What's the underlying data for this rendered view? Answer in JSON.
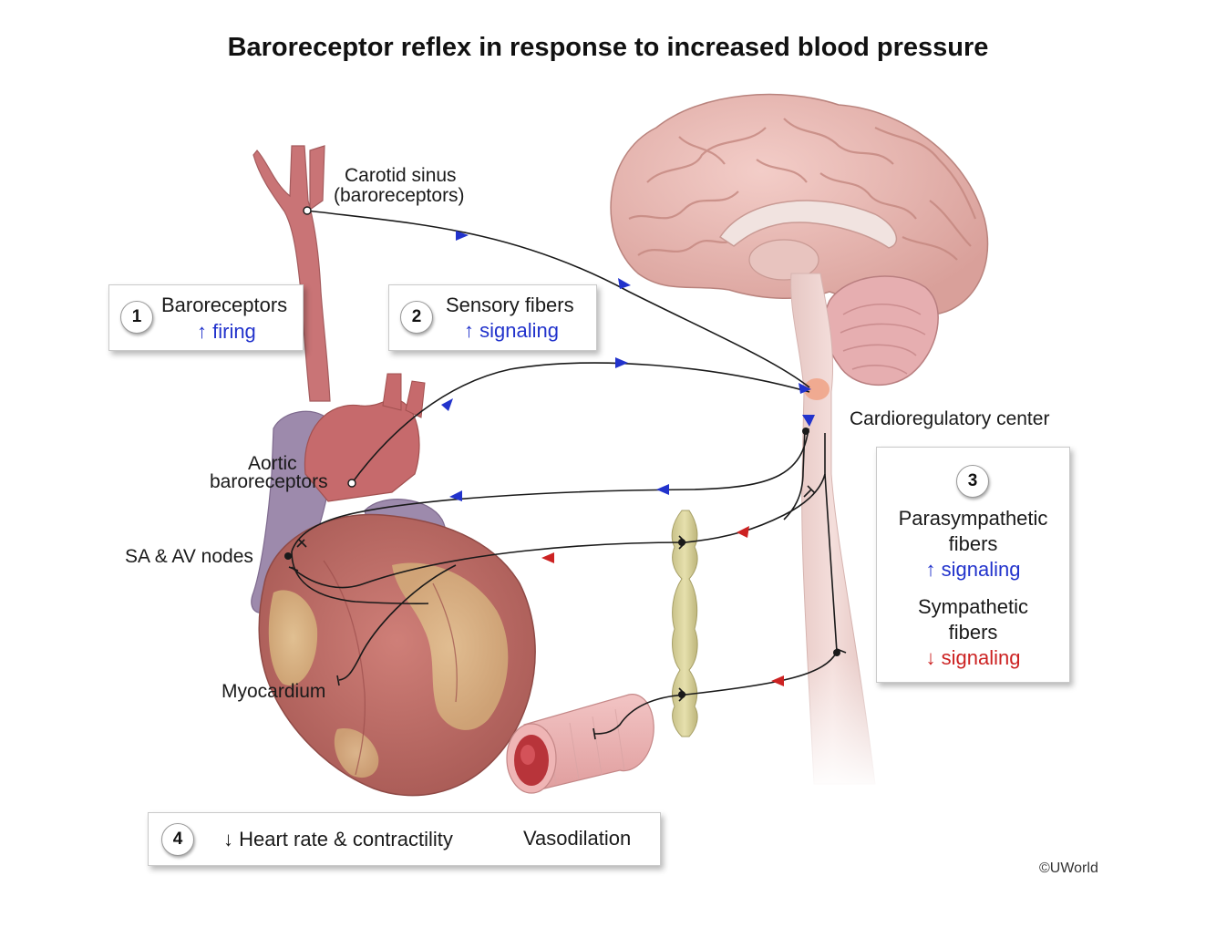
{
  "title": "Baroreceptor reflex in response to increased blood pressure",
  "labels": {
    "carotid_line1": "Carotid sinus",
    "carotid_line2": "(baroreceptors)",
    "aortic_line1": "Aortic",
    "aortic_line2": "baroreceptors",
    "sa_av": "SA & AV nodes",
    "myocardium": "Myocardium",
    "cardioregulatory": "Cardioregulatory center"
  },
  "boxes": {
    "box1": {
      "number": "1",
      "line1": "Baroreceptors",
      "line2": "↑ firing"
    },
    "box2": {
      "number": "2",
      "line1": "Sensory fibers",
      "line2": "↑ signaling"
    },
    "box3": {
      "number": "3",
      "para_line1": "Parasympathetic",
      "para_line2": "fibers",
      "para_line3": "↑ signaling",
      "symp_line1": "Sympathetic",
      "symp_line2": "fibers",
      "symp_line3": "↓ signaling"
    },
    "box4": {
      "number": "4",
      "effect1": "↓ Heart rate & contractility",
      "effect2": "Vasodilation"
    }
  },
  "copyright": "©UWorld",
  "colors": {
    "sensory_arrow": "#2233cc",
    "sympathetic_arrow": "#cc2222",
    "up_text": "#2233cc",
    "down_text": "#cc2222"
  }
}
